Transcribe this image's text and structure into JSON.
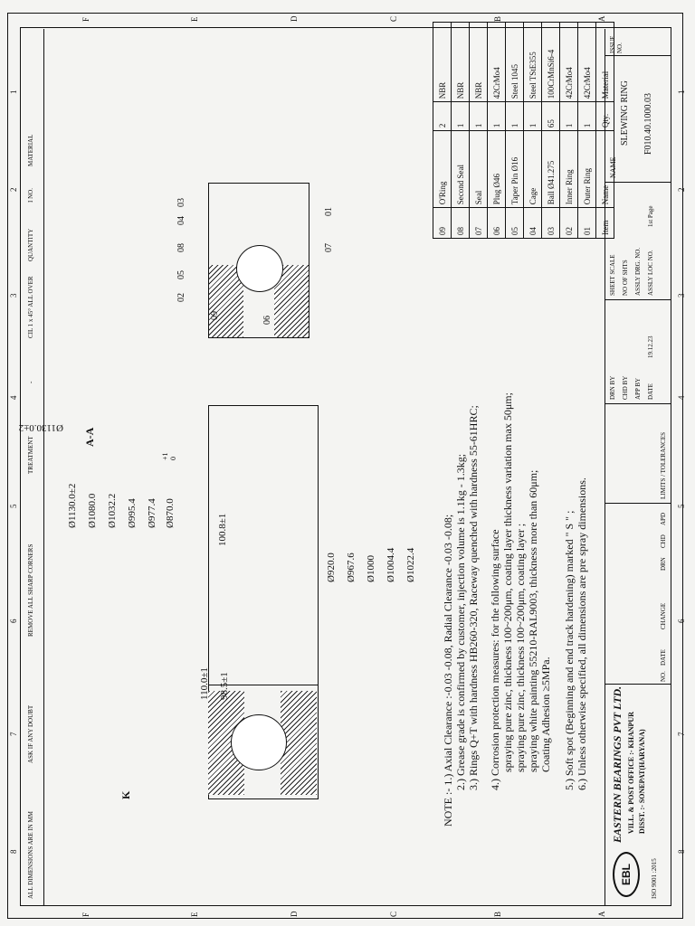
{
  "frame": {
    "col_numbers": [
      "8",
      "7",
      "6",
      "5",
      "4",
      "3",
      "2",
      "1"
    ],
    "row_letters": [
      "F",
      "E",
      "D",
      "C",
      "B",
      "A"
    ]
  },
  "header_strip": [
    "ALL DIMENSIONS ARE IN MM",
    "ASK IF ANY DOUBT",
    "REMOVE ALL SHARP CORNERS",
    "TREATMENT",
    "-",
    "CIL 1 x 45° ALL OVER",
    "QUANTITY",
    "I NO.",
    "MATERIAL"
  ],
  "section_label": "A-A",
  "view_label": "K",
  "dimensions_left": [
    "Ø1130.0±2",
    "Ø1080.0",
    "Ø1032.2",
    "Ø995.4",
    "Ø977.4",
    "Ø870.0"
  ],
  "tolerance_upper": "+1",
  "tolerance_lower": "0",
  "dimensions_right": [
    "Ø920.0",
    "Ø967.6",
    "Ø1000",
    "Ø1004.4",
    "Ø1022.4"
  ],
  "height_dims": [
    "110.0±1",
    "98.5±1",
    "100.8±1"
  ],
  "detail_labels": [
    "03",
    "04",
    "08",
    "05",
    "02",
    "09",
    "06",
    "07",
    "01"
  ],
  "notes": [
    "NOTE :- 1.) Axial Clearance :-0.03 -0.08, Radial Clearance -0.03 -0.08;",
    "2.) Grease grade is confirmed by customer, injection volume is 1.1kg - 1.3kg;",
    "3.) Rings Q+T with hardness HB260-320, Raceway quenched with hardness 55-61HRC;",
    "4.) Corrosion protection measures: for the following surface",
    "spraying pure zinc, thickness 100~200μm, coating layer thickness variation max 50μm;",
    "spraying pure zinc, thickness 100~200μm, coating layer ;",
    "spraying white painting 55210-RAL9003, thickness more than 60μm;",
    "Coating Adhesion ≥5MPa.",
    "5.) Soft spot (Beginning and end track hardening) marked \" S \" ;",
    "6.) Unless otherwise specified, all dimensions are pre spray dimensions."
  ],
  "bom": {
    "rows": [
      {
        "item": "09",
        "name": "O'Ring",
        "qty": "2",
        "material": "NBR"
      },
      {
        "item": "08",
        "name": "Second Seal",
        "qty": "1",
        "material": "NBR"
      },
      {
        "item": "07",
        "name": "Seal",
        "qty": "1",
        "material": "NBR"
      },
      {
        "item": "06",
        "name": "Plug Ø46",
        "qty": "1",
        "material": "42CrMo4"
      },
      {
        "item": "05",
        "name": "Taper Pin Ø16",
        "qty": "1",
        "material": "Steel 1045"
      },
      {
        "item": "04",
        "name": "Cage",
        "qty": "1",
        "material": "Steel TStE355"
      },
      {
        "item": "03",
        "name": "Ball Ø41.275",
        "qty": "65",
        "material": "100CrMnSi6-4"
      },
      {
        "item": "02",
        "name": "Inner Ring",
        "qty": "1",
        "material": "42CrMo4"
      },
      {
        "item": "01",
        "name": "Outer Ring",
        "qty": "1",
        "material": "42CrMo4"
      }
    ],
    "header": {
      "item": "Item",
      "name": "Name",
      "qty": "Qty.",
      "material": "Material"
    }
  },
  "title_block": {
    "company": "EASTERN BEARINGS PVT LTD.",
    "address1": "VILL. & POST OFFICE :- KHANPUR",
    "address2": "DISST. :- SONEPAT(HARYANA)",
    "logo": "EBL",
    "iso": "ISO 9001 :2015",
    "rev_cols": [
      "NO.",
      "DATE",
      "CHANGE",
      "DRN",
      "CHD",
      "APD"
    ],
    "limits": "LIMITS / TOLERANCES",
    "drn_by": "DRN BY",
    "chd_by": "CHD BY",
    "app_by": "APP BY",
    "date_label": "DATE",
    "date_val": "19.12.23",
    "sheet_scale": "SHEET SCALE",
    "no_of_sheets": "NO OF SHTS",
    "assly_drg": "ASSLY DRG. NO.",
    "assly_loc": "ASSLY LOC NO.",
    "page": "1st Page",
    "name_label": "NAME",
    "name_val": "SLEWING RING",
    "drg_no": "F010.40.1000.03",
    "issue_label": "ISSUE NO."
  }
}
